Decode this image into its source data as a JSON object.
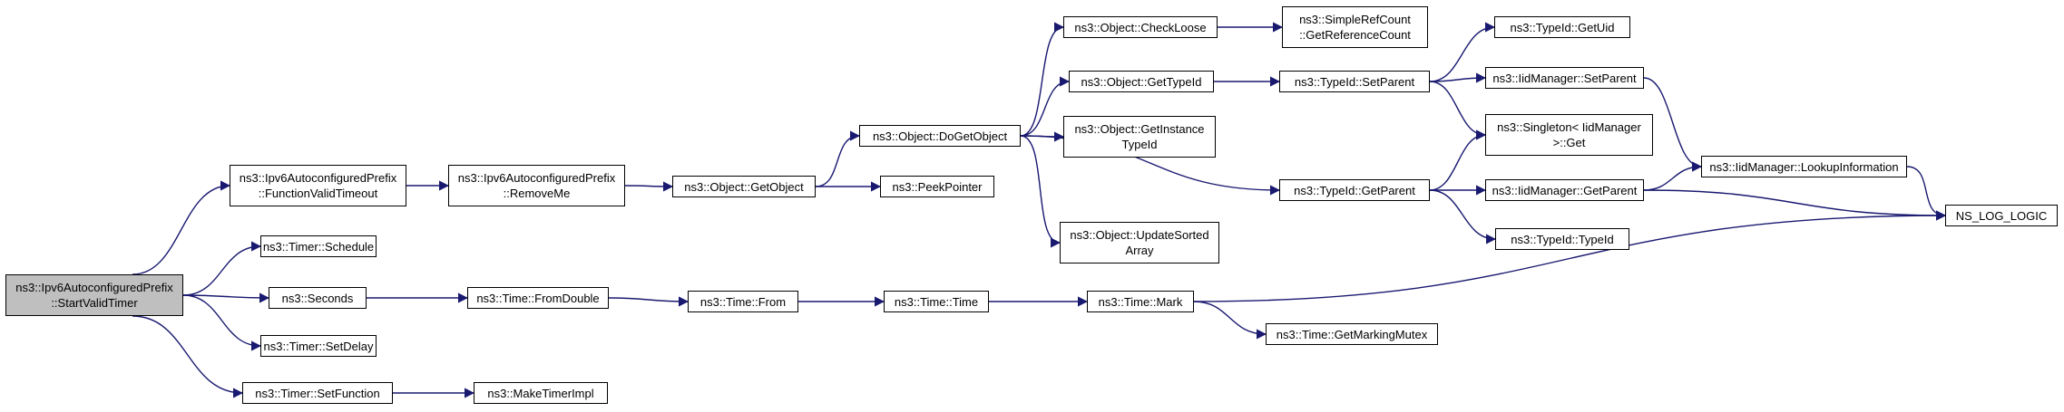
{
  "graph": {
    "edge_color": "#191970",
    "root_fill": "#bfbfbf",
    "nodes": [
      {
        "id": "start",
        "lines": [
          "ns3::Ipv6AutoconfiguredPrefix",
          "::StartValidTimer"
        ],
        "root": true
      },
      {
        "id": "fvt",
        "lines": [
          "ns3::Ipv6AutoconfiguredPrefix",
          "::FunctionValidTimeout"
        ]
      },
      {
        "id": "sched",
        "lines": [
          "ns3::Timer::Schedule"
        ]
      },
      {
        "id": "seconds",
        "lines": [
          "ns3::Seconds"
        ]
      },
      {
        "id": "setdelay",
        "lines": [
          "ns3::Timer::SetDelay"
        ]
      },
      {
        "id": "setfunc",
        "lines": [
          "ns3::Timer::SetFunction"
        ]
      },
      {
        "id": "removeme",
        "lines": [
          "ns3::Ipv6AutoconfiguredPrefix",
          "::RemoveMe"
        ]
      },
      {
        "id": "fromdbl",
        "lines": [
          "ns3::Time::FromDouble"
        ]
      },
      {
        "id": "mktimer",
        "lines": [
          "ns3::MakeTimerImpl"
        ]
      },
      {
        "id": "getobj",
        "lines": [
          "ns3::Object::GetObject"
        ]
      },
      {
        "id": "from",
        "lines": [
          "ns3::Time::From"
        ]
      },
      {
        "id": "dogetobj",
        "lines": [
          "ns3::Object::DoGetObject"
        ]
      },
      {
        "id": "peek",
        "lines": [
          "ns3::PeekPointer"
        ]
      },
      {
        "id": "time",
        "lines": [
          "ns3::Time::Time"
        ]
      },
      {
        "id": "chkloose",
        "lines": [
          "ns3::Object::CheckLoose"
        ]
      },
      {
        "id": "gettid",
        "lines": [
          "ns3::Object::GetTypeId"
        ]
      },
      {
        "id": "getinst",
        "lines": [
          "ns3::Object::GetInstance",
          "TypeId"
        ]
      },
      {
        "id": "updsort",
        "lines": [
          "ns3::Object::UpdateSorted",
          "Array"
        ]
      },
      {
        "id": "mark",
        "lines": [
          "ns3::Time::Mark"
        ]
      },
      {
        "id": "getref",
        "lines": [
          "ns3::SimpleRefCount",
          "::GetReferenceCount"
        ]
      },
      {
        "id": "setpar",
        "lines": [
          "ns3::TypeId::SetParent"
        ]
      },
      {
        "id": "getpar",
        "lines": [
          "ns3::TypeId::GetParent"
        ]
      },
      {
        "id": "getmut",
        "lines": [
          "ns3::Time::GetMarkingMutex"
        ]
      },
      {
        "id": "getuid",
        "lines": [
          "ns3::TypeId::GetUid"
        ]
      },
      {
        "id": "iidset",
        "lines": [
          "ns3::IidManager::SetParent"
        ]
      },
      {
        "id": "single",
        "lines": [
          "ns3::Singleton< IidManager",
          " >::Get"
        ]
      },
      {
        "id": "iidget",
        "lines": [
          "ns3::IidManager::GetParent"
        ]
      },
      {
        "id": "tidtid",
        "lines": [
          "ns3::TypeId::TypeId"
        ]
      },
      {
        "id": "lookup",
        "lines": [
          "ns3::IidManager::LookupInformation"
        ]
      },
      {
        "id": "nslog",
        "lines": [
          "NS_LOG_LOGIC"
        ]
      }
    ],
    "edges": [
      [
        "start",
        "fvt"
      ],
      [
        "start",
        "sched"
      ],
      [
        "start",
        "seconds"
      ],
      [
        "start",
        "setdelay"
      ],
      [
        "start",
        "setfunc"
      ],
      [
        "fvt",
        "removeme"
      ],
      [
        "removeme",
        "getobj"
      ],
      [
        "getobj",
        "dogetobj"
      ],
      [
        "getobj",
        "peek"
      ],
      [
        "dogetobj",
        "chkloose"
      ],
      [
        "dogetobj",
        "gettid"
      ],
      [
        "dogetobj",
        "getinst"
      ],
      [
        "dogetobj",
        "getpar"
      ],
      [
        "dogetobj",
        "updsort"
      ],
      [
        "chkloose",
        "getref"
      ],
      [
        "gettid",
        "setpar"
      ],
      [
        "setpar",
        "getuid"
      ],
      [
        "setpar",
        "iidset"
      ],
      [
        "setpar",
        "single"
      ],
      [
        "getpar",
        "single"
      ],
      [
        "getpar",
        "iidget"
      ],
      [
        "getpar",
        "tidtid"
      ],
      [
        "iidset",
        "lookup"
      ],
      [
        "iidget",
        "lookup"
      ],
      [
        "iidget",
        "nslog"
      ],
      [
        "lookup",
        "nslog"
      ],
      [
        "seconds",
        "fromdbl"
      ],
      [
        "fromdbl",
        "from"
      ],
      [
        "from",
        "time"
      ],
      [
        "time",
        "mark"
      ],
      [
        "mark",
        "nslog"
      ],
      [
        "mark",
        "getmut"
      ],
      [
        "setfunc",
        "mktimer"
      ]
    ]
  }
}
